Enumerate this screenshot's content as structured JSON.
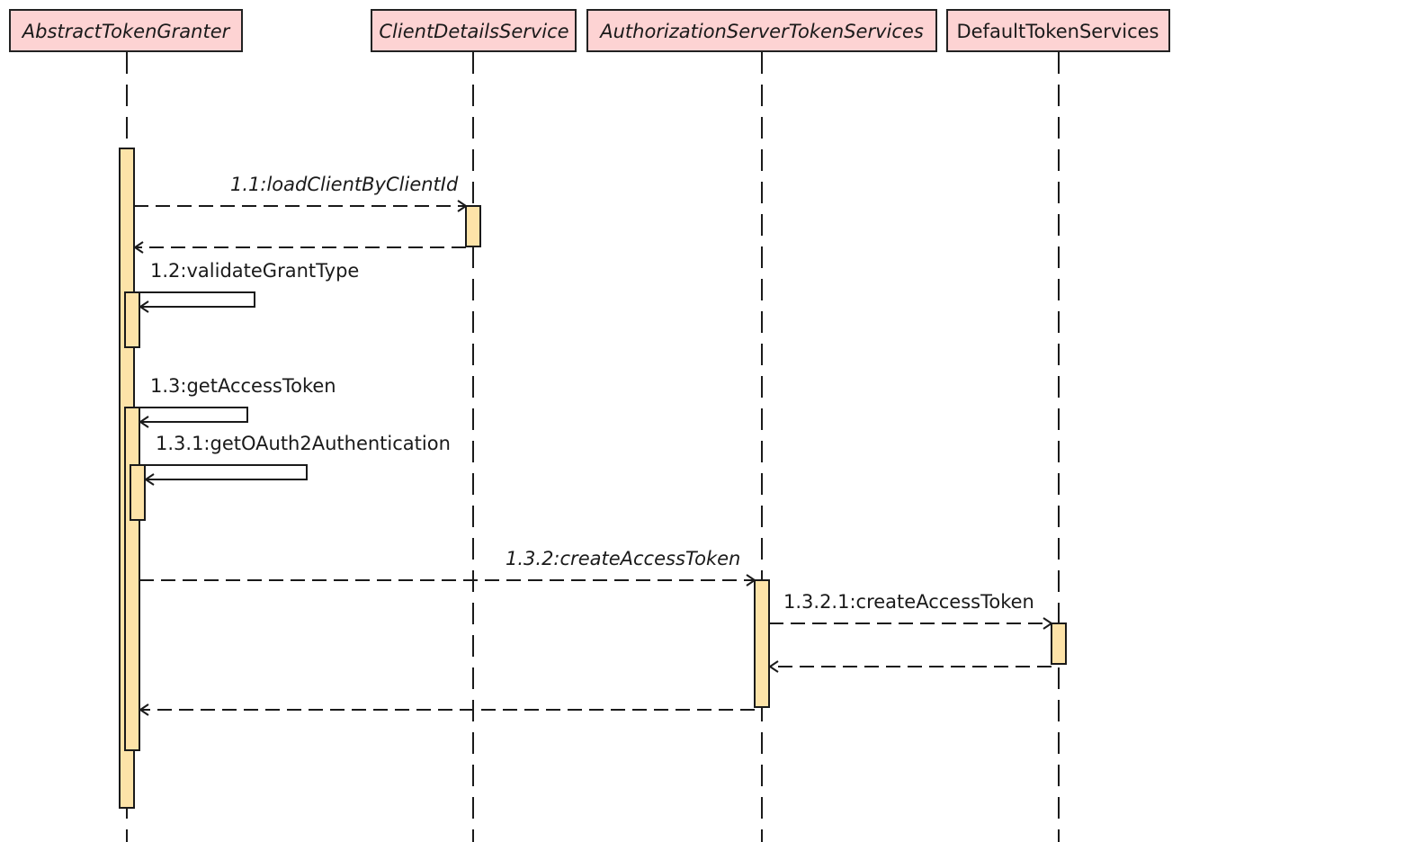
{
  "participants": [
    {
      "name": "AbstractTokenGranter",
      "italic": true
    },
    {
      "name": "ClientDetailsService",
      "italic": true
    },
    {
      "name": "AuthorizationServerTokenServices",
      "italic": true
    },
    {
      "name": "DefaultTokenServices",
      "italic": false
    }
  ],
  "messages": [
    {
      "label": "1.1:loadClientByClientId",
      "italic": true
    },
    {
      "label": "1.2:validateGrantType",
      "italic": false
    },
    {
      "label": "1.3:getAccessToken",
      "italic": false
    },
    {
      "label": "1.3.1:getOAuth2Authentication",
      "italic": false
    },
    {
      "label": "1.3.2:createAccessToken",
      "italic": true
    },
    {
      "label": "1.3.2.1:createAccessToken",
      "italic": false
    }
  ],
  "colors": {
    "participant_fill": "#fdd3d3",
    "activation_fill": "#fde3a8",
    "line": "#1a1a1a"
  }
}
